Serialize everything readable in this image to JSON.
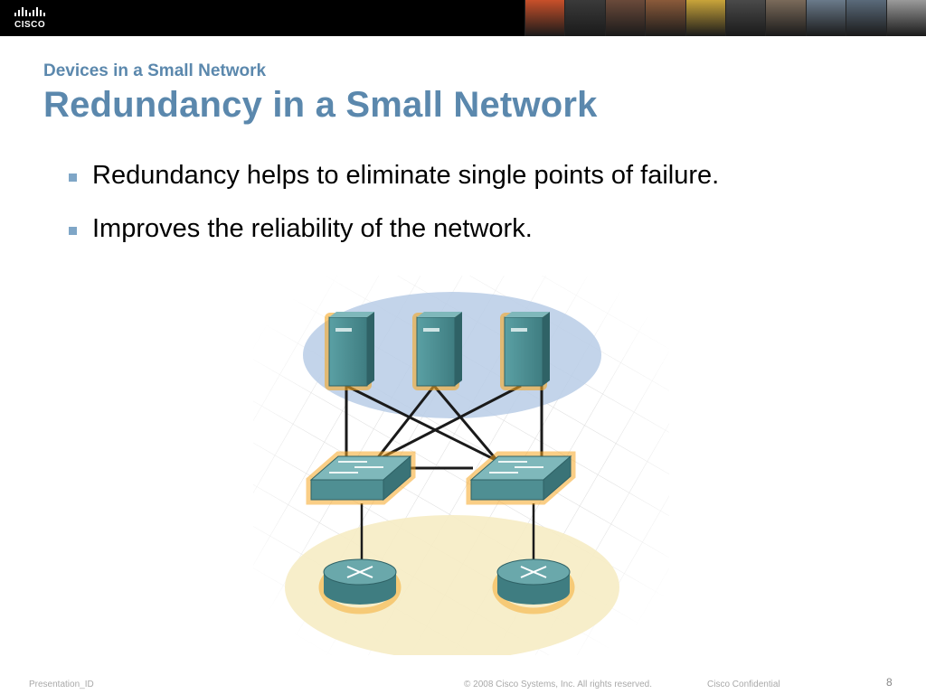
{
  "header": {
    "logo_text": "CISCO",
    "logo_icon": "cisco-bridge-logo",
    "photo_strip_icon": "people-photo-strip",
    "photo_colors": [
      "#c8502a",
      "#3a3a3a",
      "#6a4a3a",
      "#8a5a3a",
      "#c9a43a",
      "#4a4a4a",
      "#7a6a5a",
      "#6a7a8a",
      "#5a6a7a",
      "#9a9a9a"
    ]
  },
  "slide": {
    "subtitle": "Devices in a Small Network",
    "title": "Redundancy in a Small Network",
    "bullets": [
      "Redundancy helps to eliminate single points of failure.",
      "Improves the reliability of the network."
    ]
  },
  "diagram": {
    "icon": "redundant-network-topology",
    "servers": 3,
    "switches": 2,
    "routers": 2,
    "colors": {
      "server_zone": "#b8cde6",
      "router_zone": "#f6ecc4",
      "device": "#4f8f93",
      "glow": "#f5a623",
      "link": "#1a1a1a"
    }
  },
  "footer": {
    "presentation_id": "Presentation_ID",
    "copyright": "© 2008 Cisco Systems, Inc. All rights reserved.",
    "confidential": "Cisco Confidential",
    "page_number": "8"
  }
}
